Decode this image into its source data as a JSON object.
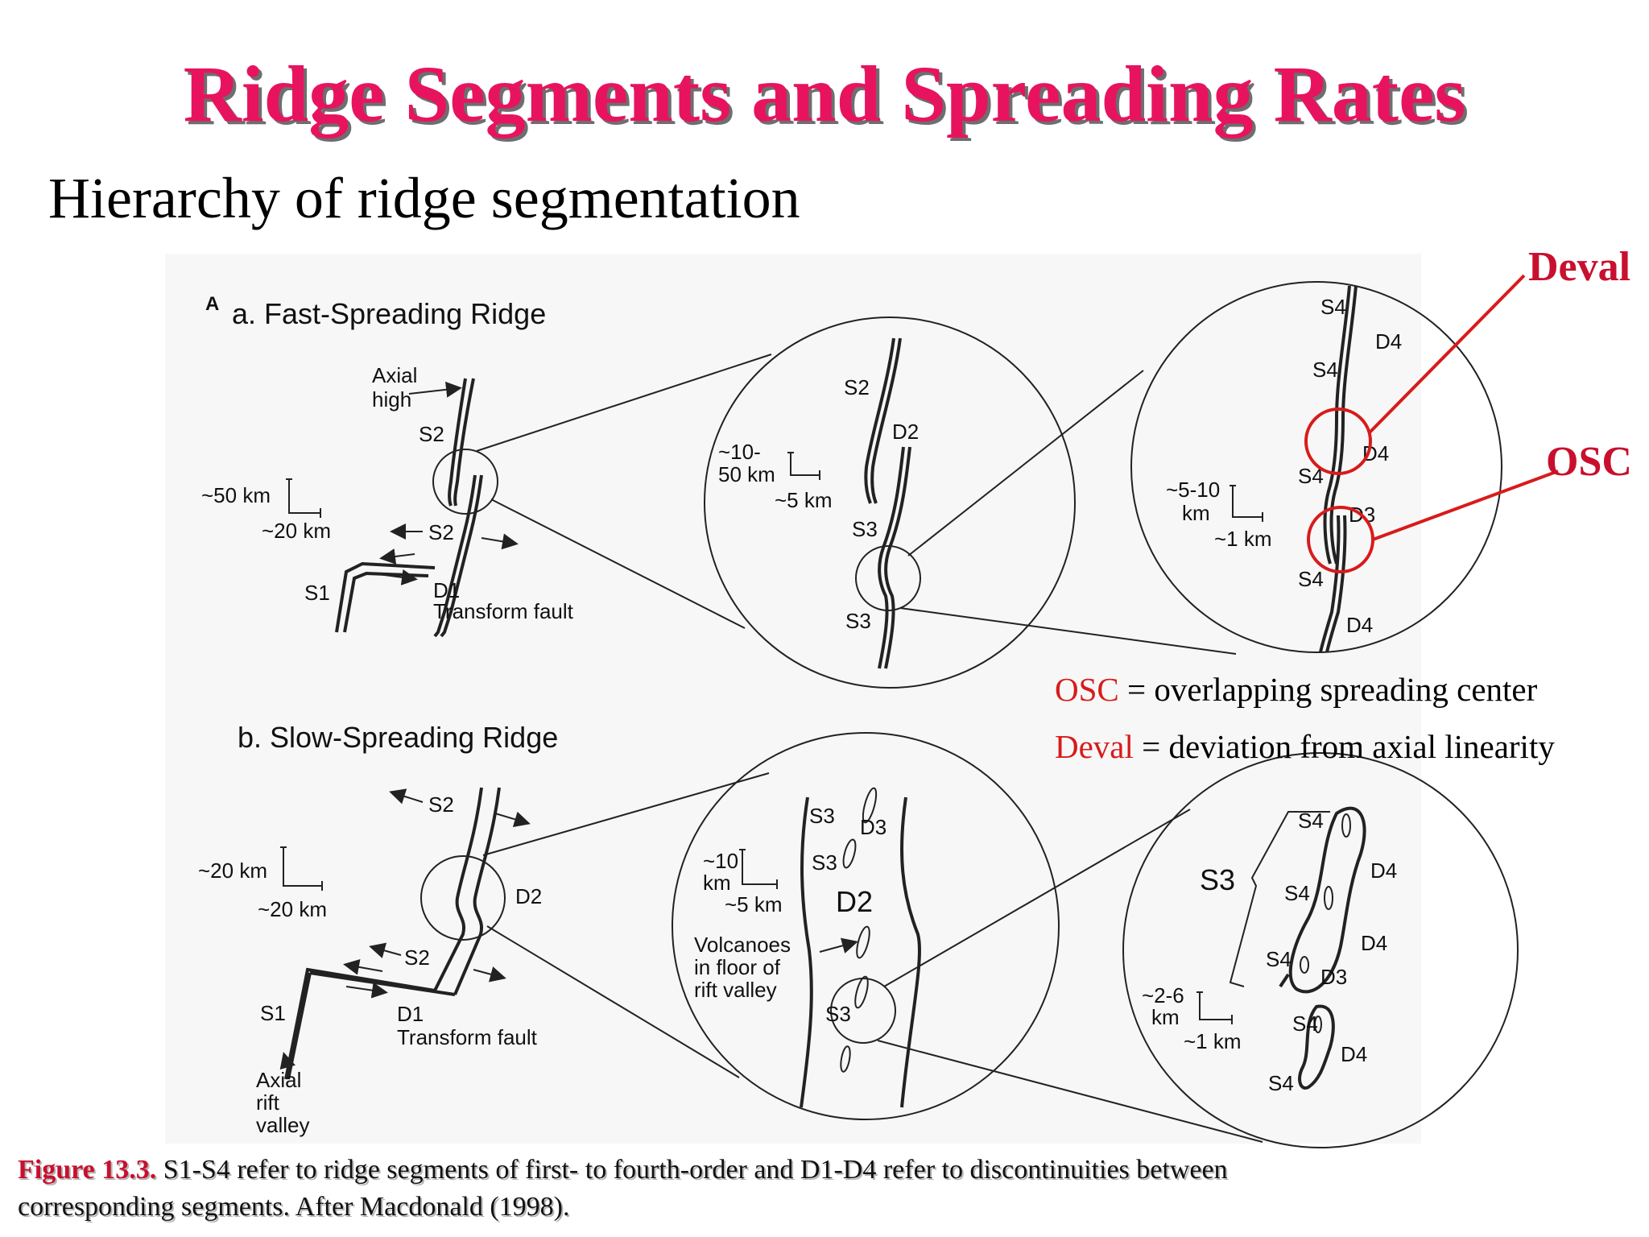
{
  "slide": {
    "title": "Ridge Segments and Spreading Rates",
    "subtitle": "Hierarchy of ridge segmentation"
  },
  "figure": {
    "panel_letter": "A",
    "fast": {
      "header": "a. Fast-Spreading Ridge",
      "axial_high_line1": "Axial",
      "axial_high_line2": "high",
      "s2_top": "S2",
      "s2_mid": "S2",
      "s1": "S1",
      "d1": "D1",
      "transform_fault": "Transform fault",
      "scale_v": "~50 km",
      "scale_h": "~20 km",
      "zoom1": {
        "s2": "S2",
        "d2": "D2",
        "s3_upper": "S3",
        "s3_lower": "S3",
        "scale_v1": "~10-",
        "scale_v2": "50 km",
        "scale_h": "~5 km"
      },
      "zoom2": {
        "s4_a": "S4",
        "d4_a": "D4",
        "s4_b": "S4",
        "d4_b": "D4",
        "s4_c": "S4",
        "d3": "D3",
        "s4_d": "S4",
        "d4_c": "D4",
        "scale_v1": "~5-10",
        "scale_v2": "km",
        "scale_h": "~1 km"
      }
    },
    "slow": {
      "header": "b. Slow-Spreading Ridge",
      "s2_top": "S2",
      "s2_mid": "S2",
      "d2": "D2",
      "s1": "S1",
      "d1": "D1",
      "transform_fault": "Transform fault",
      "axial_line1": "Axial",
      "axial_line2": "rift",
      "axial_line3": "valley",
      "scale_v": "~20 km",
      "scale_h": "~20 km",
      "zoom1": {
        "s3_a": "S3",
        "d3": "D3",
        "s3_b": "S3",
        "d2": "D2",
        "s3_c": "S3",
        "volc1": "Volcanoes",
        "volc2": "in floor of",
        "volc3": "rift valley",
        "scale_v1": "~10",
        "scale_v2": "km",
        "scale_h": "~5 km"
      },
      "zoom2": {
        "s3": "S3",
        "s4_a": "S4",
        "d4_a": "D4",
        "s4_b": "S4",
        "d4_b": "D4",
        "s4_c": "S4",
        "d3": "D3",
        "s4_d": "S4",
        "d4_c": "D4",
        "s4_e": "S4",
        "scale_v1": "~2-6",
        "scale_v2": "km",
        "scale_h": "~1 km"
      }
    }
  },
  "callouts": {
    "deval": "Deval",
    "osc": "OSC",
    "color": "#c8102e"
  },
  "legend": {
    "osc_term": "OSC",
    "osc_def": " = overlapping spreading center",
    "deval_term": "Deval",
    "deval_def": " = deviation from axial linearity"
  },
  "caption": {
    "label": "Figure 13.3.",
    "text1": " S1-S4 refer to ridge segments of first- to fourth-order and D1-D4 refer to discontinuities between",
    "text2": "corresponding segments. After Macdonald (1998)."
  }
}
